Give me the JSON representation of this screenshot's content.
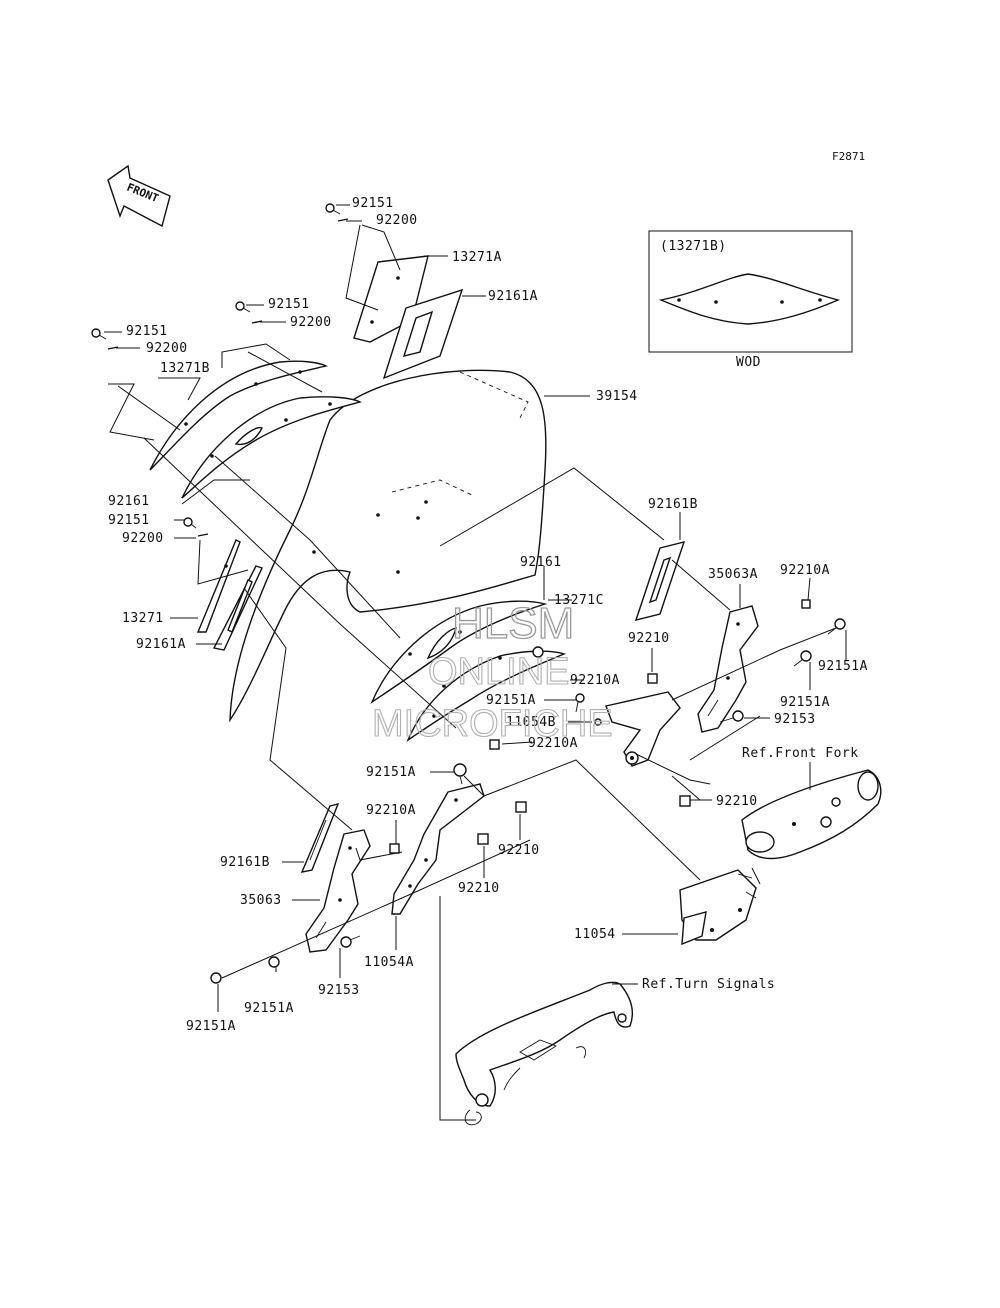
{
  "figure_code": "F2871",
  "front_arrow": "FRONT",
  "wod_box": {
    "title": "(13271B)",
    "footer": "WOD"
  },
  "watermark": [
    "HLSM",
    "ONLINE",
    "MICROFICHE"
  ],
  "refs": {
    "front_fork": "Ref.Front Fork",
    "turn_signals": "Ref.Turn Signals"
  },
  "labels": [
    {
      "id": "l1",
      "text": "92151"
    },
    {
      "id": "l2",
      "text": "92200"
    },
    {
      "id": "l3",
      "text": "13271A"
    },
    {
      "id": "l4",
      "text": "92161A"
    },
    {
      "id": "l5",
      "text": "92151"
    },
    {
      "id": "l6",
      "text": "92200"
    },
    {
      "id": "l7",
      "text": "92151"
    },
    {
      "id": "l8",
      "text": "92200"
    },
    {
      "id": "l9",
      "text": "13271B"
    },
    {
      "id": "l10",
      "text": "39154"
    },
    {
      "id": "l11",
      "text": "92161"
    },
    {
      "id": "l12",
      "text": "92151"
    },
    {
      "id": "l13",
      "text": "92200"
    },
    {
      "id": "l14",
      "text": "92161B"
    },
    {
      "id": "l15",
      "text": "92161"
    },
    {
      "id": "l16",
      "text": "13271C"
    },
    {
      "id": "l17",
      "text": "35063A"
    },
    {
      "id": "l18",
      "text": "92210A"
    },
    {
      "id": "l19",
      "text": "13271"
    },
    {
      "id": "l20",
      "text": "92161A"
    },
    {
      "id": "l21",
      "text": "92210"
    },
    {
      "id": "l22",
      "text": "92151A"
    },
    {
      "id": "l23",
      "text": "92210A"
    },
    {
      "id": "l24",
      "text": "92151A"
    },
    {
      "id": "l25",
      "text": "92151A"
    },
    {
      "id": "l26",
      "text": "11054B"
    },
    {
      "id": "l27",
      "text": "92153"
    },
    {
      "id": "l28",
      "text": "92210A"
    },
    {
      "id": "l29",
      "text": "92151A"
    },
    {
      "id": "l30",
      "text": "92210"
    },
    {
      "id": "l31",
      "text": "92210A"
    },
    {
      "id": "l32",
      "text": "92210"
    },
    {
      "id": "l33",
      "text": "92161B"
    },
    {
      "id": "l34",
      "text": "92210"
    },
    {
      "id": "l35",
      "text": "35063"
    },
    {
      "id": "l36",
      "text": "11054"
    },
    {
      "id": "l37",
      "text": "11054A"
    },
    {
      "id": "l38",
      "text": "92153"
    },
    {
      "id": "l39",
      "text": "92151A"
    },
    {
      "id": "l40",
      "text": "92151A"
    }
  ]
}
